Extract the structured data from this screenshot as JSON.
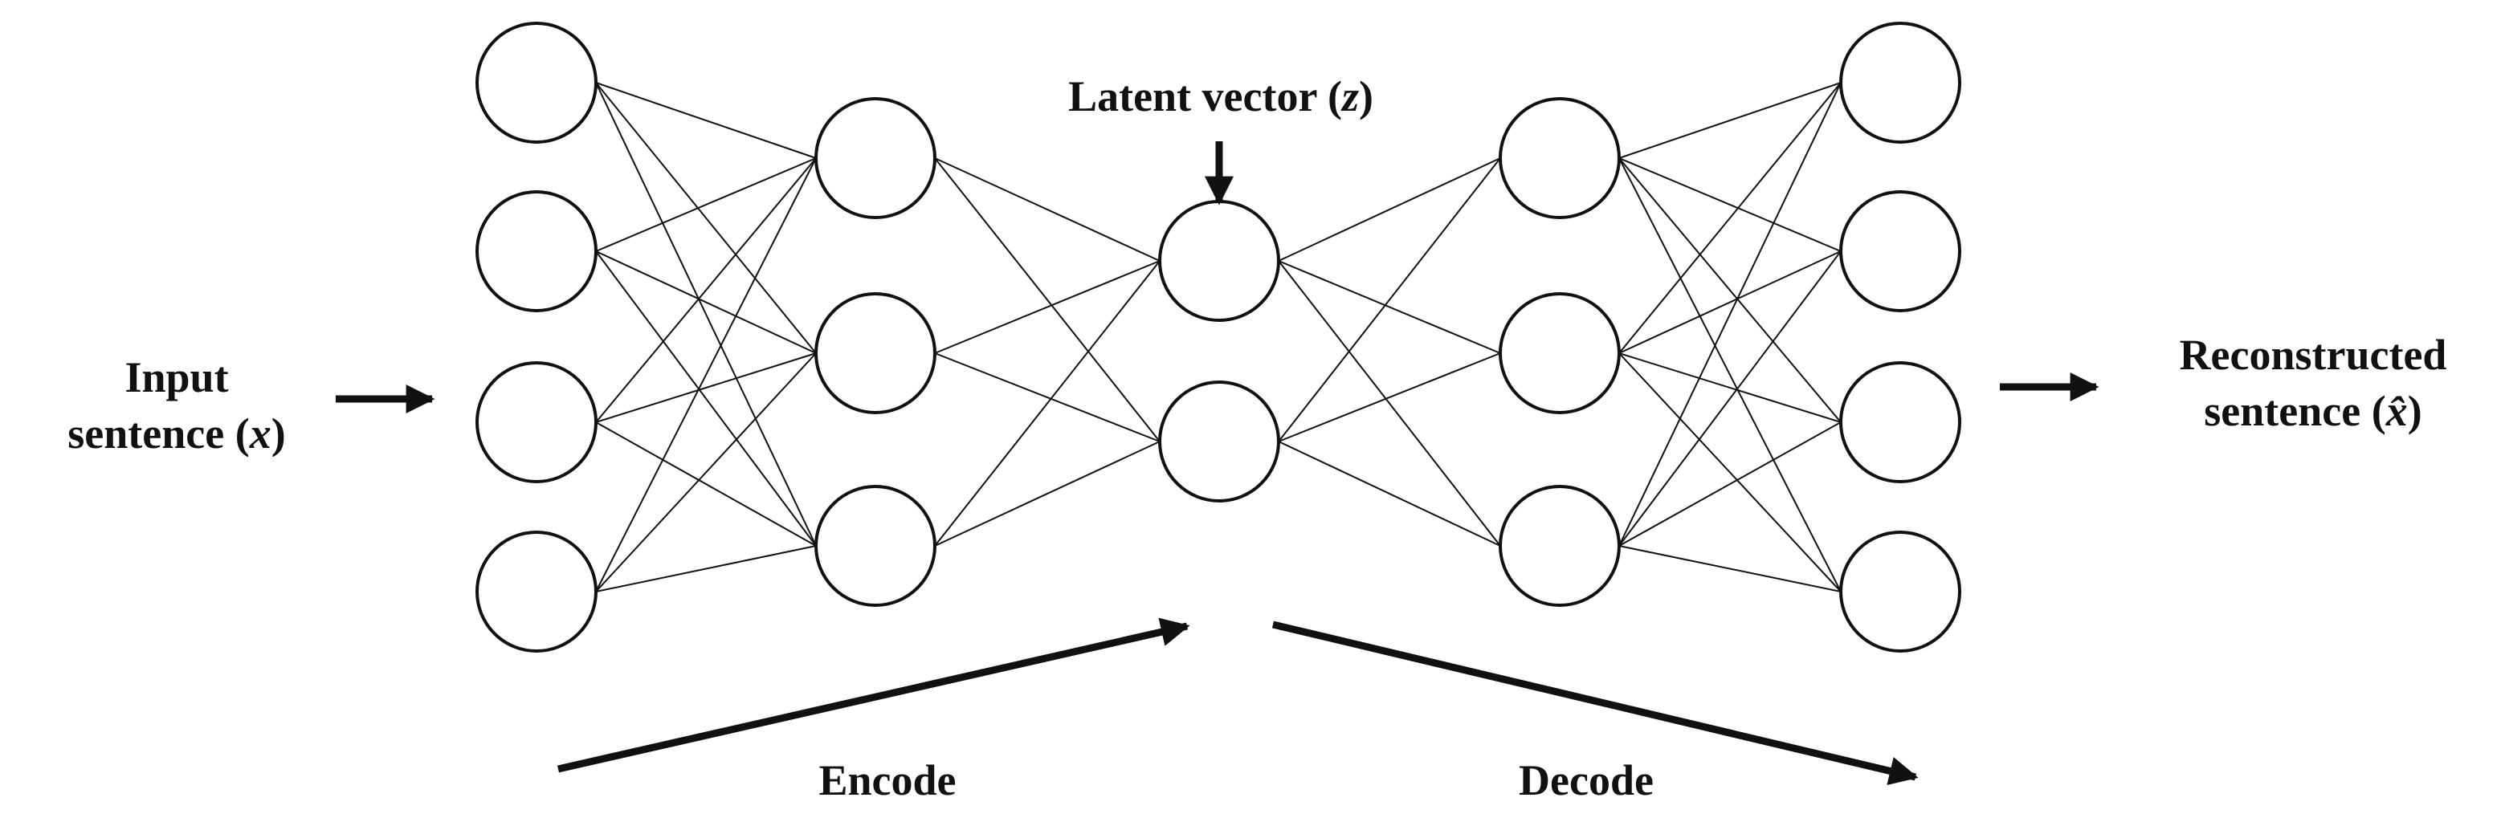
{
  "colors": {
    "stroke": "#111111",
    "background": "#ffffff"
  },
  "labels": {
    "input_line1": "Input",
    "input_line2_prefix": "sentence (",
    "input_var": "x",
    "input_line2_suffix": ")",
    "latent_prefix": "Latent vector (",
    "latent_var": "z",
    "latent_suffix": ")",
    "output_line1": "Reconstructed",
    "output_line2_prefix": "sentence (",
    "output_var": "x̂",
    "output_line2_suffix": ")",
    "encode": "Encode",
    "decode": "Decode"
  },
  "network": {
    "layers": [
      {
        "name": "input",
        "nodes": 4
      },
      {
        "name": "encoder-hidden",
        "nodes": 3
      },
      {
        "name": "latent",
        "nodes": 2
      },
      {
        "name": "decoder-hidden",
        "nodes": 3
      },
      {
        "name": "output",
        "nodes": 4
      }
    ],
    "connectivity": "fully-connected"
  }
}
